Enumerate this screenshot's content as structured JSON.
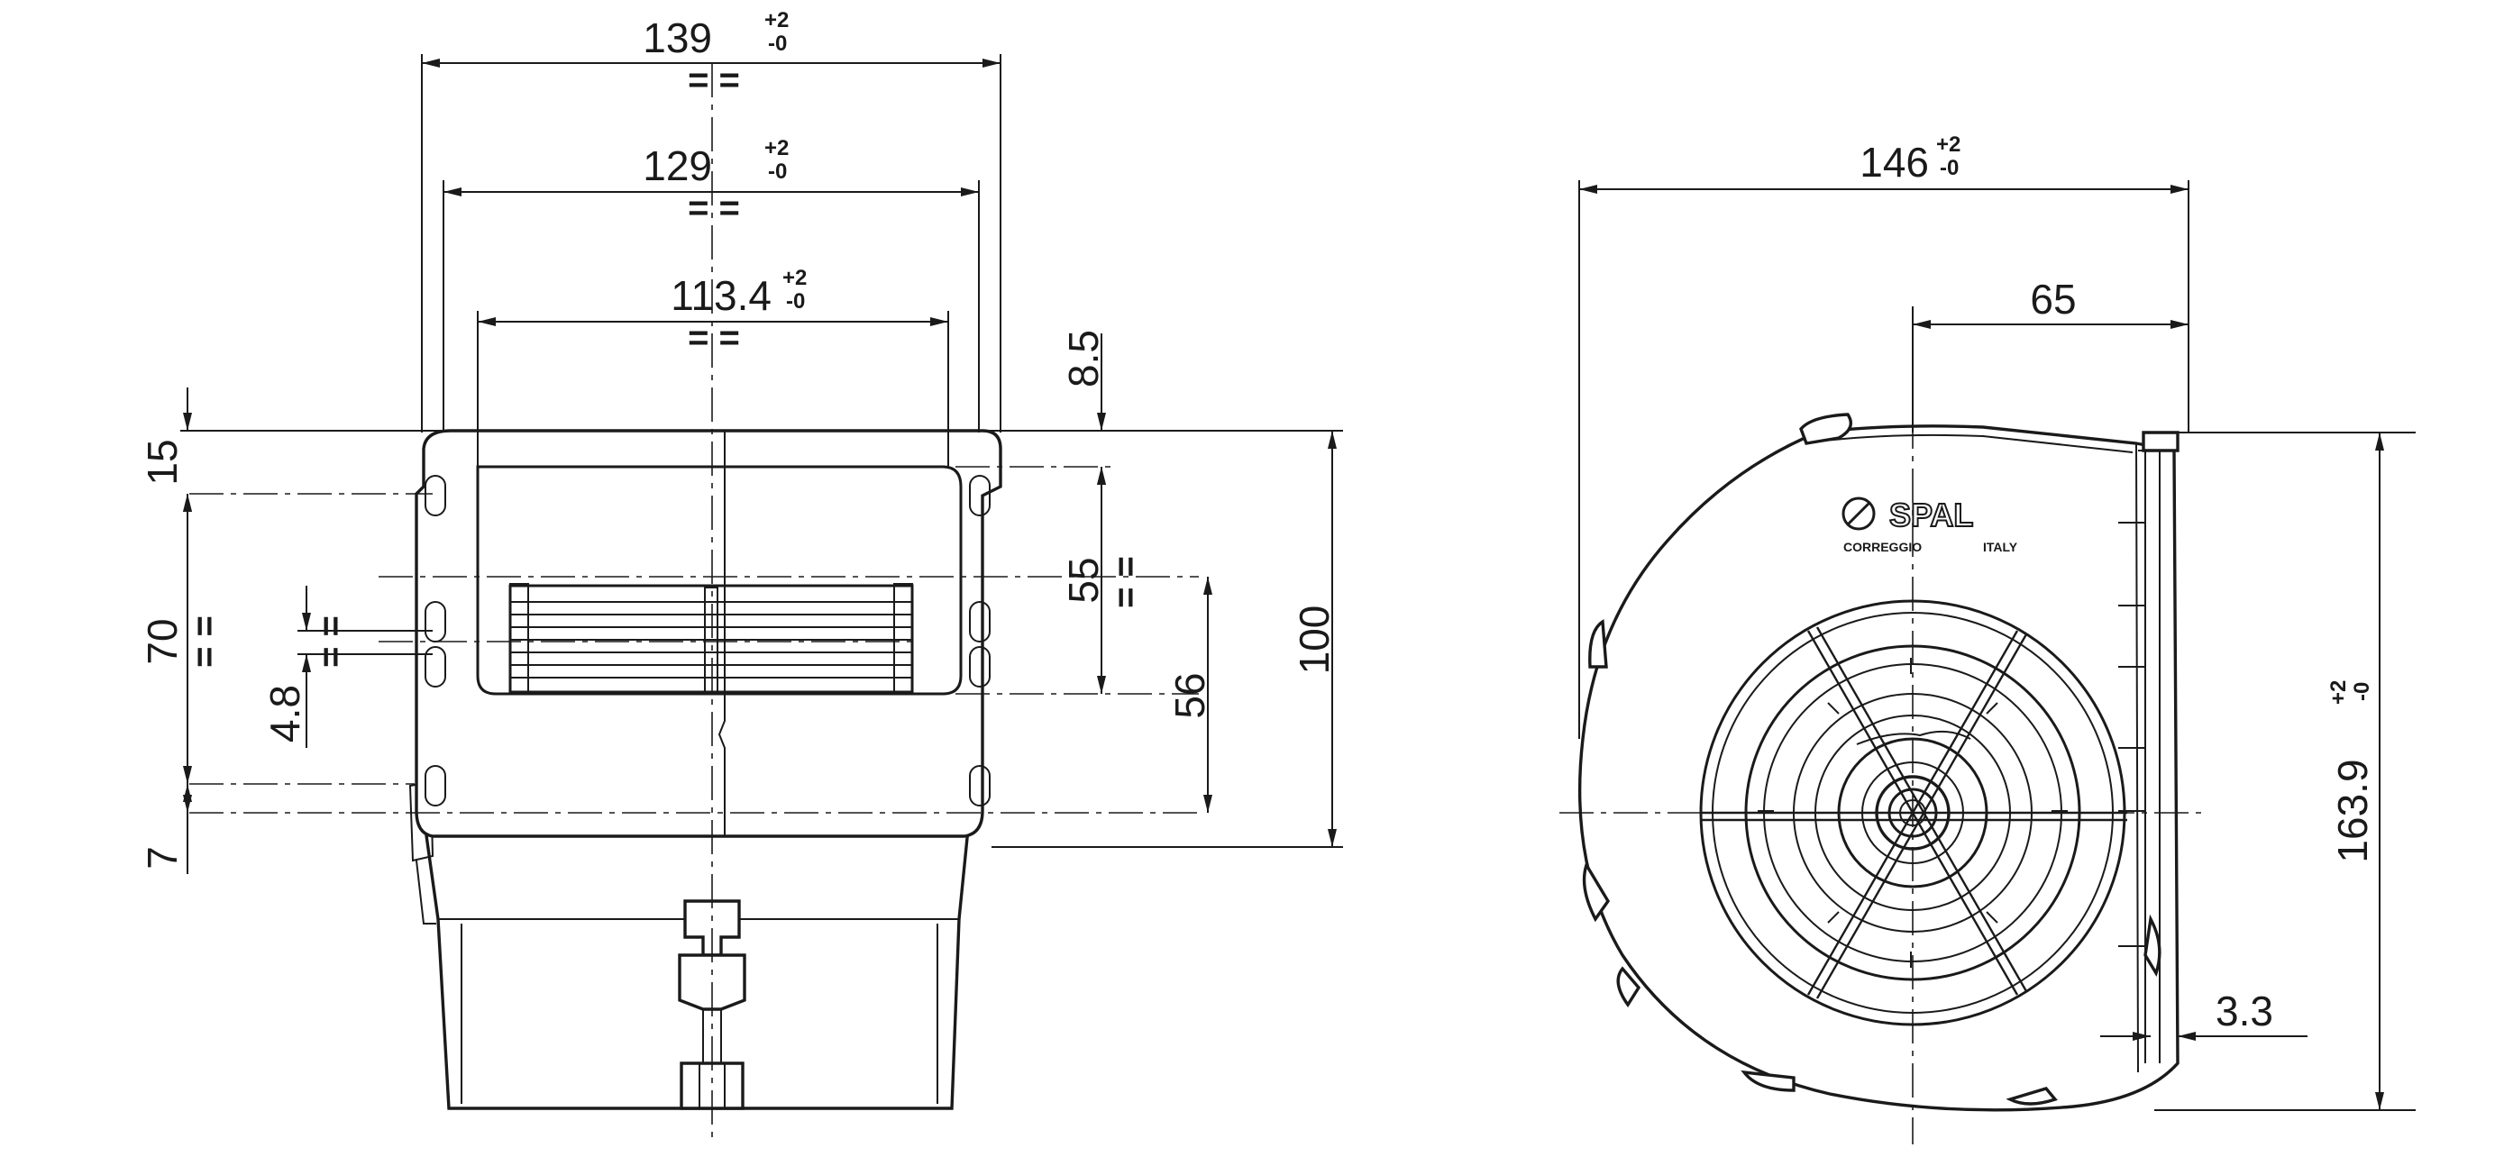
{
  "dimensions": {
    "width_139": {
      "value": "139",
      "tol_plus": "+2",
      "tol_minus": "-0"
    },
    "width_129": {
      "value": "129",
      "tol_plus": "+2",
      "tol_minus": "-0"
    },
    "width_113": {
      "value": "113.4",
      "tol_plus": "+2",
      "tol_minus": "-0"
    },
    "width_146": {
      "value": "146",
      "tol_plus": "+2",
      "tol_minus": "-0"
    },
    "height_163": {
      "value": "163.9",
      "tol_plus": "+2",
      "tol_minus": "-0"
    },
    "dim_65": "65",
    "dim_3_3": "3.3",
    "dim_8_5": "8.5",
    "dim_15": "15",
    "dim_70": "70",
    "dim_4_8": "4.8",
    "dim_7": "7",
    "dim_55": "55",
    "dim_56": "56",
    "dim_100": "100"
  },
  "symbols": {
    "equal": "= ="
  },
  "branding": {
    "logo": "SPAL",
    "location_left": "CORREGGIO",
    "location_right": "ITALY"
  }
}
